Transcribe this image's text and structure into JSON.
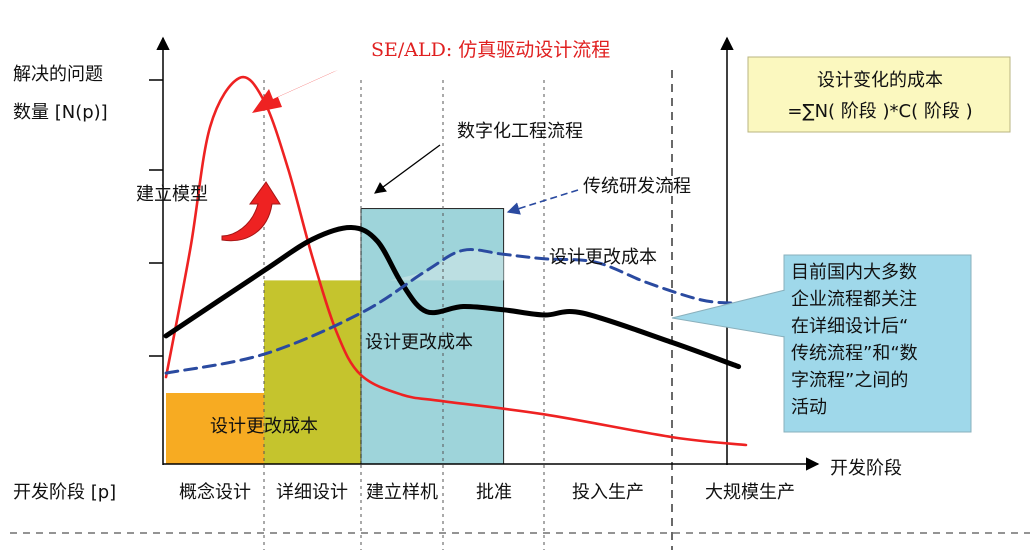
{
  "chart_data": {
    "type": "line",
    "title": "SE/ALD: 仿真驱动设计流程",
    "ylabel_line1": "解决的问题",
    "ylabel_line2": "数量 [N(p)]",
    "xlabel": "开发阶段",
    "xlabel_row": "开发阶段 [p]",
    "categories": [
      "概念设计",
      "详细设计",
      "建立样机",
      "批准",
      "投入生产",
      "大规模生产"
    ],
    "series": [
      {
        "name": "SE/ALD: 仿真驱动设计流程",
        "color": "#ee2222",
        "style": "solid",
        "points": [
          [
            0.0,
            0.32
          ],
          [
            0.25,
            2.3
          ],
          [
            0.45,
            4.15
          ],
          [
            0.75,
            4.9
          ],
          [
            1.0,
            4.55
          ],
          [
            1.25,
            3.5
          ],
          [
            1.5,
            2.15
          ],
          [
            1.75,
            1.0
          ],
          [
            2.0,
            0.35
          ],
          [
            2.5,
            0.05
          ],
          [
            3.0,
            -0.05
          ],
          [
            4.0,
            -0.25
          ],
          [
            5.0,
            -0.6
          ],
          [
            5.5,
            -0.72
          ]
        ]
      },
      {
        "name": "数字化工程流程",
        "color": "#000000",
        "style": "solid",
        "points": [
          [
            0.0,
            0.95
          ],
          [
            1.0,
            1.95
          ],
          [
            1.5,
            2.43
          ],
          [
            1.9,
            2.61
          ],
          [
            2.2,
            2.4
          ],
          [
            2.5,
            1.75
          ],
          [
            2.8,
            1.32
          ],
          [
            3.2,
            1.4
          ],
          [
            3.6,
            1.35
          ],
          [
            4.0,
            1.27
          ],
          [
            4.3,
            1.3
          ],
          [
            5.0,
            0.85
          ],
          [
            5.45,
            0.48
          ]
        ]
      },
      {
        "name": "传统研发流程",
        "color": "#2a4aa0",
        "style": "dashed",
        "points": [
          [
            0.0,
            0.38
          ],
          [
            1.0,
            0.67
          ],
          [
            2.0,
            1.3
          ],
          [
            2.8,
            1.95
          ],
          [
            3.2,
            2.26
          ],
          [
            3.6,
            2.2
          ],
          [
            4.0,
            2.13
          ],
          [
            4.4,
            2.08
          ],
          [
            4.8,
            1.77
          ],
          [
            5.2,
            1.5
          ],
          [
            5.45,
            1.45
          ]
        ]
      }
    ],
    "bars": [
      {
        "label": "设计更改成本",
        "start": 0,
        "end": 1,
        "value": 0.0,
        "color": "#f7ab22"
      },
      {
        "label": "设计更改成本",
        "start": 1,
        "end": 2,
        "value": 1.8,
        "color": "#c5c42d"
      },
      {
        "label": "设计更改成本",
        "start": 2,
        "end": 3.6,
        "value": 2.9,
        "color": "#9ed4da"
      }
    ],
    "ylim": [
      -0.95,
      5.45
    ],
    "grid": false
  },
  "annotations": {
    "model_label": "建立模型",
    "digital_label": "数字化工程流程",
    "traditional_label": "传统研发流程",
    "formula_line1": "设计变化的成本",
    "formula_line2": "=∑N( 阶段 )*C( 阶段 )",
    "callout_lines": [
      "目前国内大多数",
      "企业流程都关注",
      "在详细设计后“",
      "传统流程”和“数",
      "字流程”之间的",
      "活动"
    ]
  },
  "colors": {
    "formula_box": "#fbf8bf",
    "callout_box": "#9fd8ea",
    "callout_border": "#8ab0bc",
    "shade": "#bfe0e2",
    "title": "#e02020",
    "arrow": "#ee2222"
  }
}
